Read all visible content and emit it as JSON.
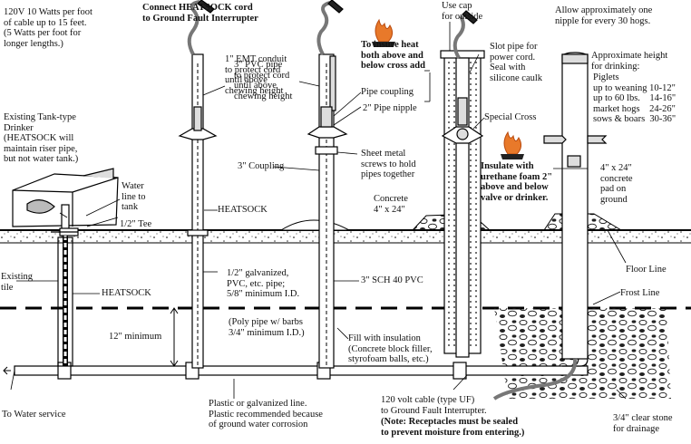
{
  "labels": {
    "heat_rate": "120V 10 Watts per foot\nof cable up to 15 feet.\n(5 Watts per foot for\nlonger lengths.)",
    "connect_cord": "Connect HEATSOCK cord\nto Ground Fault Interrupter",
    "use_cap": "Use cap\nfor outside",
    "allow_nipple": "Allow approximately one\nnipple for every 30 hogs.",
    "emt": "1\" EMT conduit\nto protect cord\nuntil above\nchewing height",
    "pvc_cord": "3\" PVC pipe\nto protect cord\nuntil above\nchewing height",
    "insure_heat": "To insure heat\nboth above and\nbelow cross add",
    "slot_pipe": "Slot pipe for\npower cord.\nSeal with\nsilicone caulk",
    "pipe_coupling": "Pipe coupling",
    "pipe_nipple": "2\" Pipe nipple",
    "special_cross": "Special Cross",
    "approx_height": "Approximate height\nfor drinking:",
    "heights": "Piglets\nup to weaning 10-12\"\nup to 60 lbs.    14-16\"\nmarket hogs    24-26\"\nsows & boars  30-36\"",
    "existing_tank": "Existing Tank-type\nDrinker\n(HEATSOCK will\nmaintain riser pipe,\nbut not water tank.)",
    "coupling3": "3\" Coupling",
    "sheet_metal": "Sheet metal\nscrews to hold\npipes together",
    "insulate": "Insulate with\nurethane foam 2\"\nabove and below\nvalve or drinker.",
    "water_line": "Water\nline to\ntank",
    "heatsock_mid": "HEATSOCK",
    "concrete_small": "Concrete\n4\" x 24\"",
    "concrete_pad": "4\" x 24\"\nconcrete\npad on\nground",
    "tee": "1/2\" Tee",
    "existing_tile": "Existing\ntile",
    "heatsock_left": "HEATSOCK",
    "galvanized": "1/2\" galvanized,\nPVC, etc. pipe;\n5/8\" minimum I.D.",
    "sch40": "3\" SCH 40 PVC",
    "floor_line": "Floor Line",
    "frost_line": "Frost Line",
    "poly_pipe": "(Poly pipe w/ barbs\n3/4\" minimum I.D.)",
    "minimum12": "12\" minimum",
    "fill_insulation": "Fill with insulation\n(Concrete block filler,\nstyrofoam balls, etc.)",
    "to_water": "To Water service",
    "plastic_line": "Plastic or galvanized line.\nPlastic recommended because\nof ground water corrosion",
    "cable_uf": "120 volt cable (type UF)\nto Ground Fault Interrupter.",
    "note_receptacles": "(Note: Receptacles must be sealed\nto prevent moisture from entering.)",
    "clear_stone": "3/4\" clear stone\nfor drainage"
  }
}
